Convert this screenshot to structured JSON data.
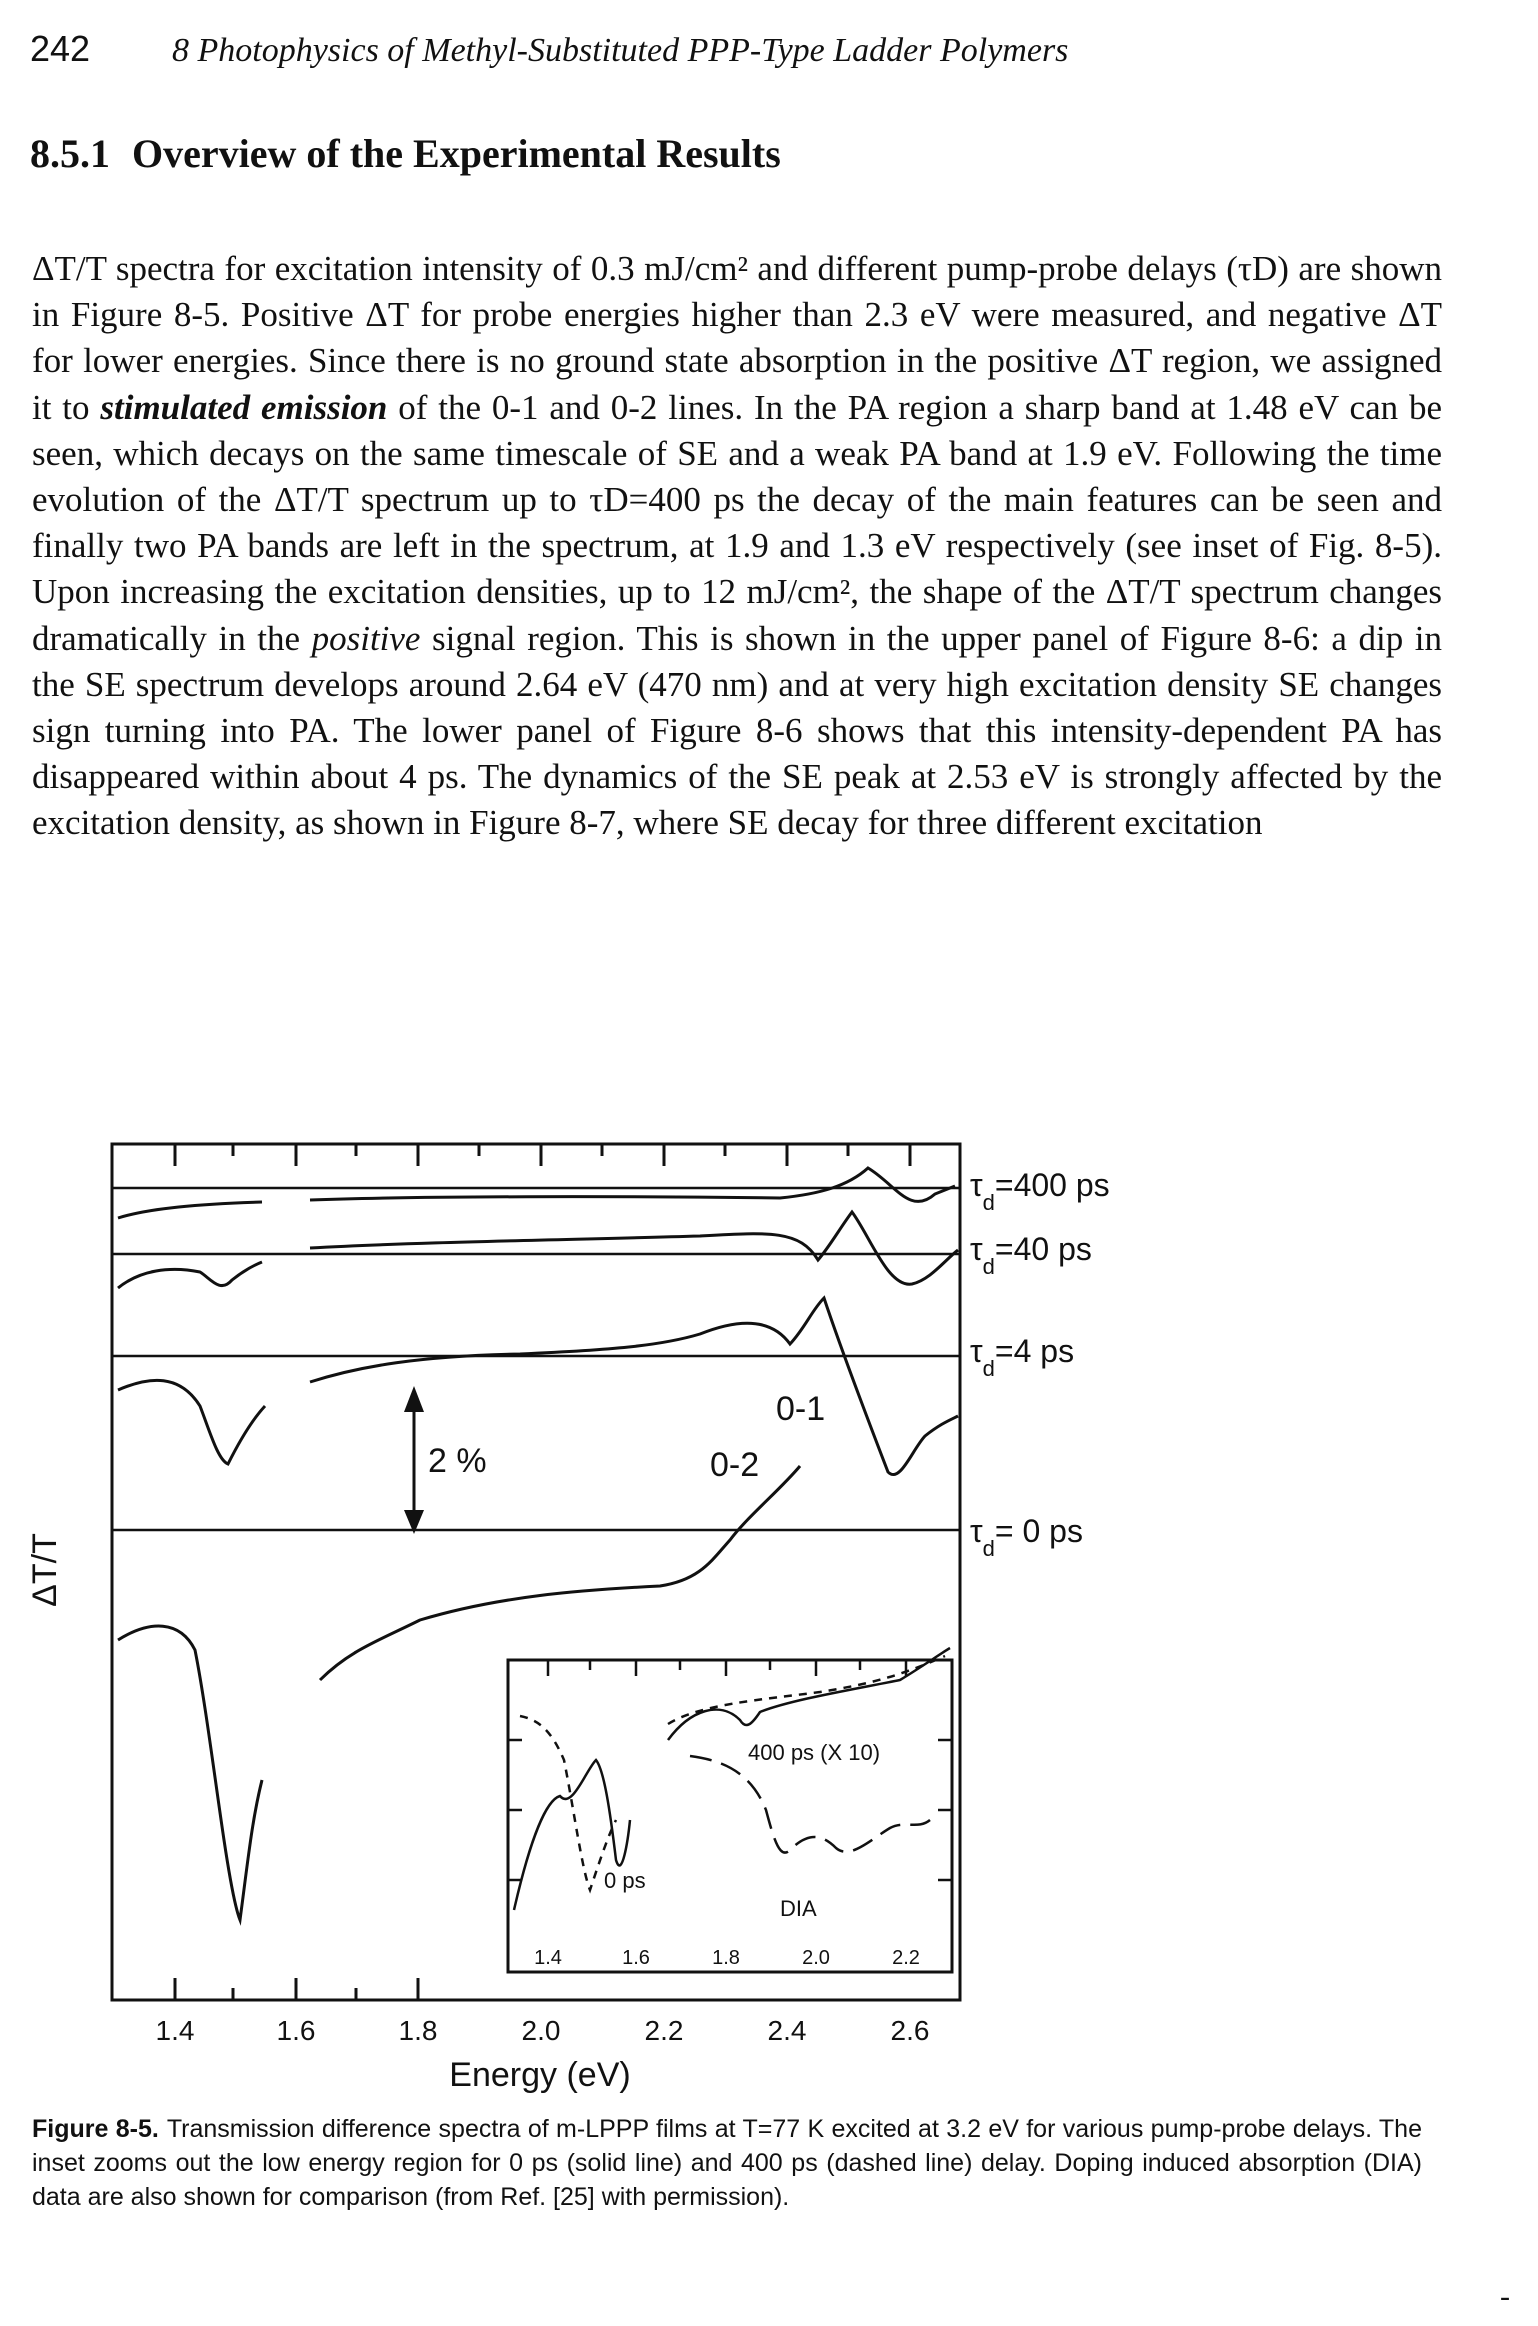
{
  "header": {
    "page_number": "242",
    "running_title": "8 Photophysics of Methyl-Substituted PPP-Type Ladder Polymers"
  },
  "section": {
    "number": "8.5.1",
    "title": "Overview of the Experimental Results"
  },
  "paragraph": [
    "ΔT/T spectra for excitation intensity of 0.3 mJ/cm² and different pump-probe delays (τD) are shown in Figure 8-5. Positive ΔT for probe energies higher than 2.3 eV were measured, and negative ΔT for lower energies. Since there is no ground state absorption in the positive ΔT region, we assigned it to ",
    "stimulated emission",
    " of the 0-1 and 0-2 lines. In the PA region a sharp band at 1.48 eV can be seen, which decays on the same timescale of SE and a weak PA band at 1.9 eV. Following the time evolution of the ΔT/T spectrum up to τD=400 ps the decay of the main features can be seen and finally two PA bands are left in the spectrum, at 1.9 and 1.3 eV respectively (see inset of Fig. 8-5). Upon increasing the excitation densities, up to 12 mJ/cm², the shape of the ΔT/T spectrum changes dramatically in the ",
    "positive",
    " signal region. This is shown in the upper panel of Figure 8-6: a dip in the SE spectrum develops around 2.64 eV (470 nm) and at very high excitation density SE changes sign turning into PA. The lower panel of Figure 8-6 shows that this intensity-dependent PA has disappeared within about 4 ps. The dynamics of the SE peak at 2.53 eV is strongly affected by the excitation density, as shown in Figure 8-7, where SE decay for three different excitation"
  ],
  "figure": {
    "y_axis_label": "ΔT/T",
    "x_axis_label": "Energy (eV)",
    "x_ticks": [
      "1.4",
      "1.6",
      "1.8",
      "2.0",
      "2.2",
      "2.4",
      "2.6"
    ],
    "delay_labels": [
      {
        "tau": "τ",
        "sub": "d",
        "value": "=400 ps"
      },
      {
        "tau": "τ",
        "sub": "d",
        "value": "=40 ps"
      },
      {
        "tau": "τ",
        "sub": "d",
        "value": "=4 ps"
      },
      {
        "tau": "τ",
        "sub": "d",
        "value": "= 0 ps"
      }
    ],
    "scale_bar_label": "2 %",
    "peak_labels": [
      "0-1",
      "0-2"
    ],
    "inset": {
      "x_ticks": [
        "1.4",
        "1.6",
        "1.8",
        "2.0",
        "2.2"
      ],
      "labels": [
        "400 ps (X 10)",
        "0 ps",
        "DIA"
      ]
    }
  },
  "caption": {
    "label": "Figure 8-5.",
    "text": "Transmission difference spectra of m-LPPP films at T=77 K excited at 3.2 eV for various pump-probe delays. The inset zooms out the low energy region for 0 ps (solid line) and 400 ps (dashed line) delay. Doping induced absorption (DIA) data are also shown for comparison (from Ref. [25] with permission)."
  }
}
